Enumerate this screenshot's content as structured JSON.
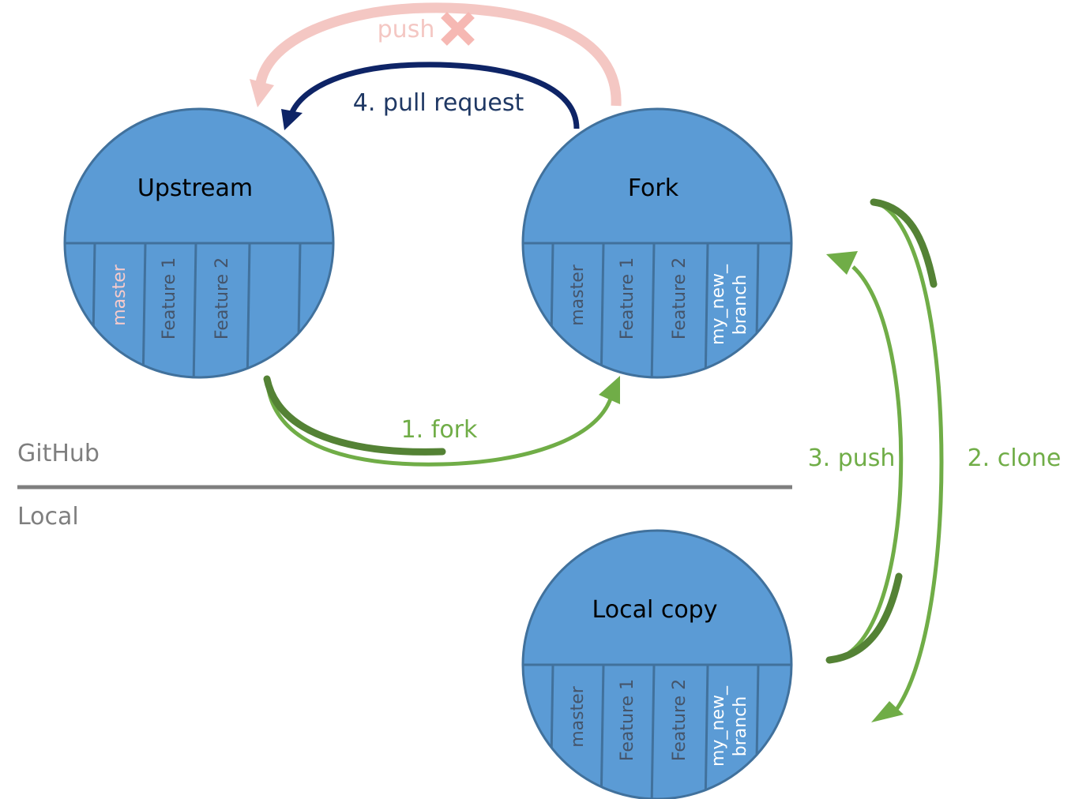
{
  "sections": {
    "github": "GitHub",
    "local": "Local"
  },
  "repos": {
    "upstream": {
      "title": "Upstream",
      "branches": [
        "master",
        "Feature 1",
        "Feature 2"
      ]
    },
    "fork": {
      "title": "Fork",
      "branches": [
        "master",
        "Feature 1",
        "Feature 2",
        "my_new_",
        "branch"
      ]
    },
    "local": {
      "title": "Local copy",
      "branches": [
        "master",
        "Feature 1",
        "Feature 2",
        "my_new_",
        "branch"
      ]
    }
  },
  "arrows": {
    "fork": "1. fork",
    "clone": "2. clone",
    "push": "3. push",
    "pull_request": "4. pull request",
    "push_denied": "push"
  },
  "colors": {
    "repo_fill": "#5B9BD5",
    "repo_stroke": "#41719C",
    "green": "#70AD47",
    "navy": "#0E2466",
    "denied": "#F4C7C3",
    "cross": "#F6B8B3",
    "divider": "#7f7f7f"
  }
}
